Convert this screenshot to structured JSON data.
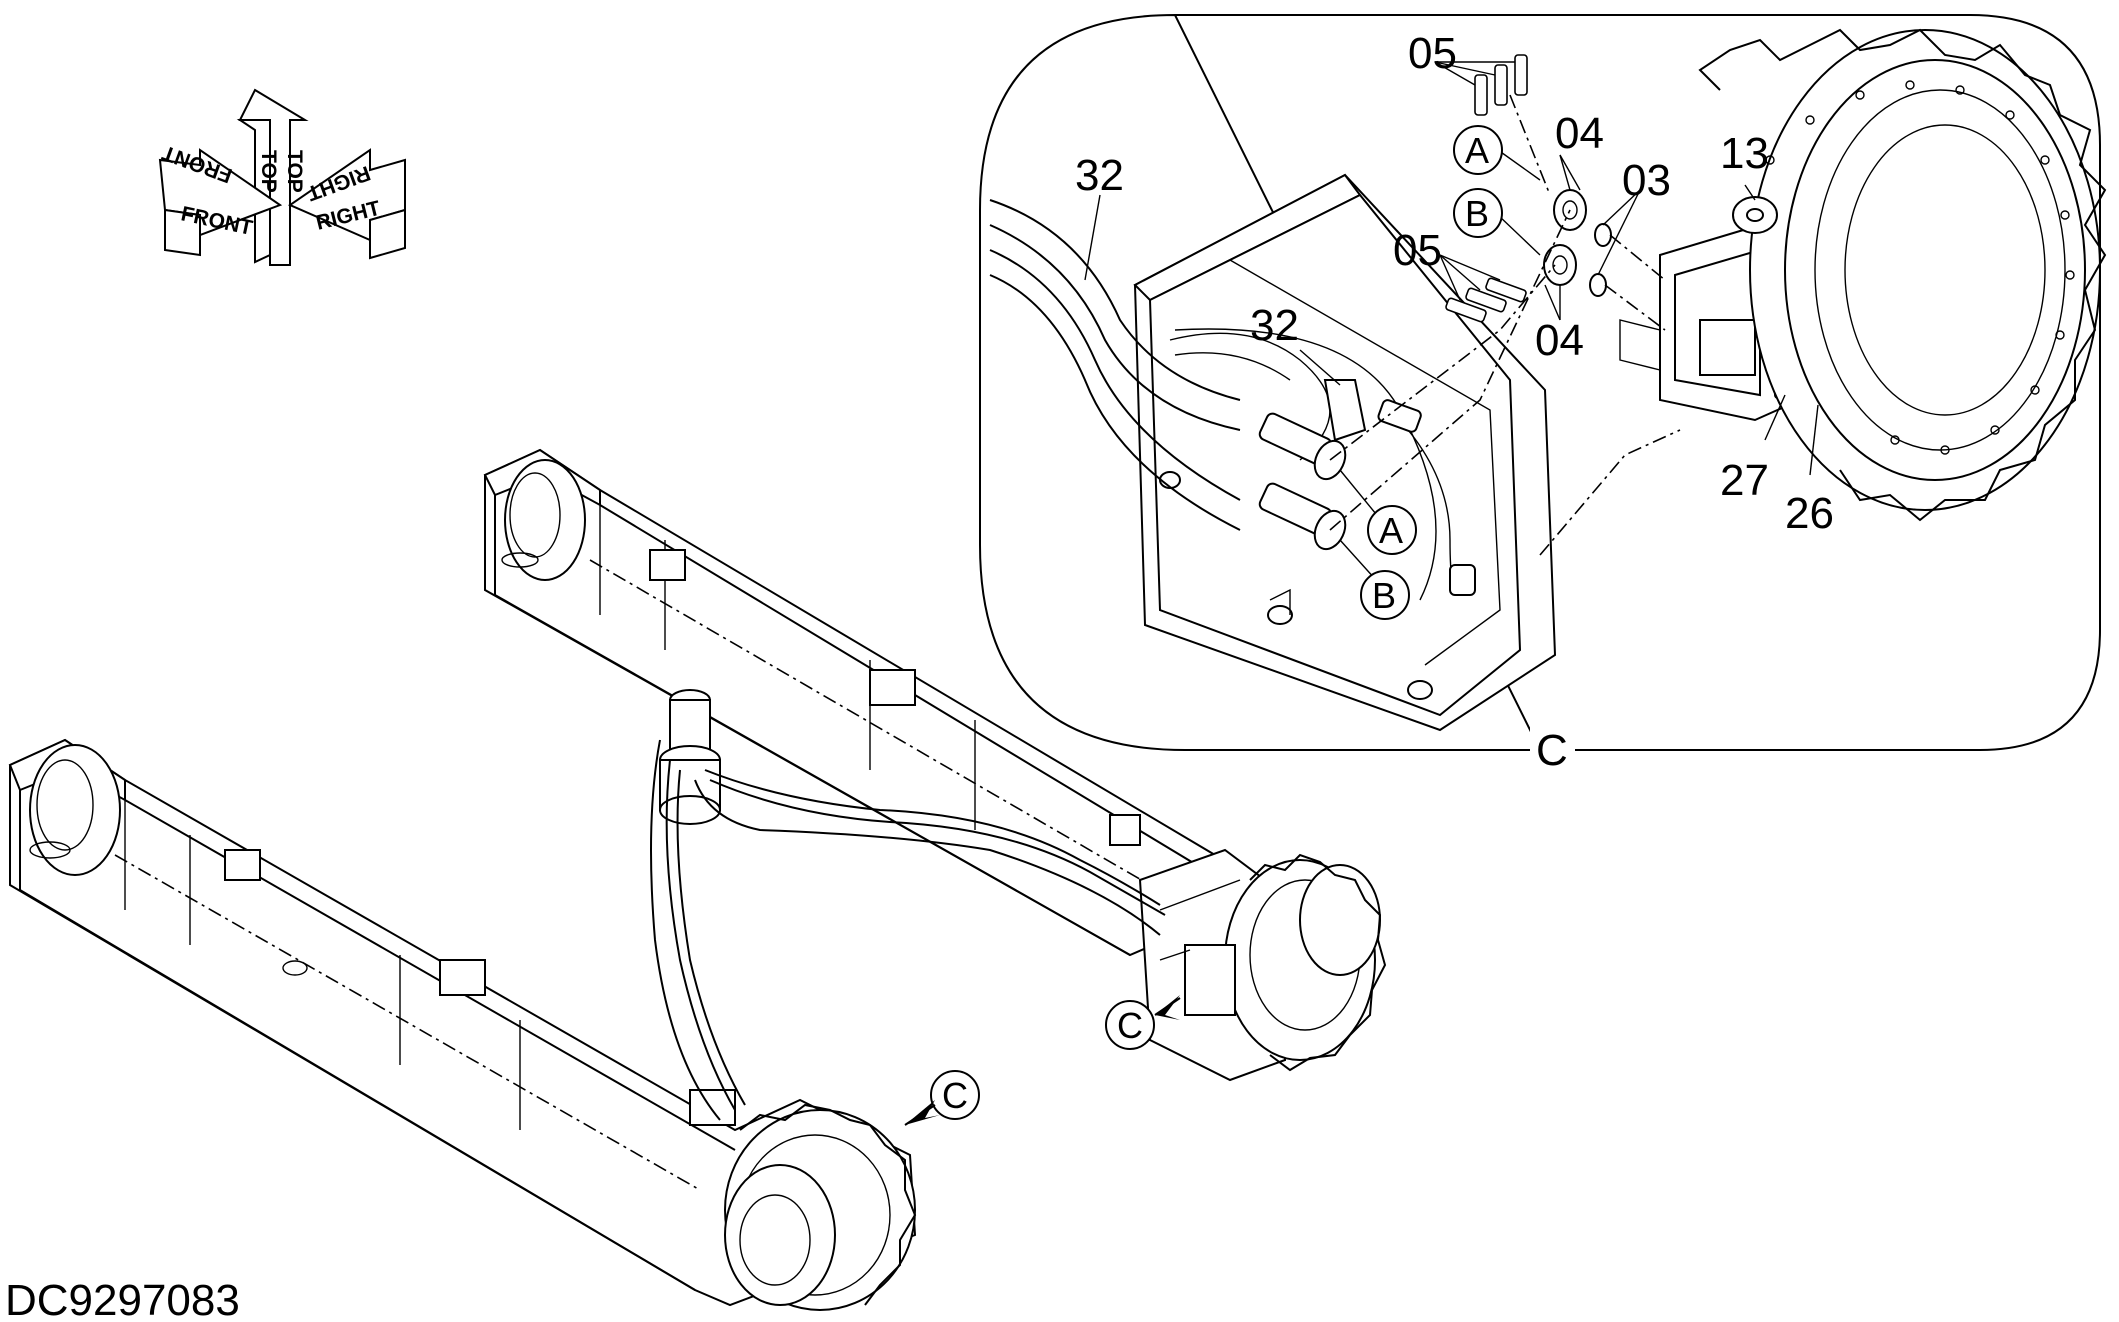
{
  "drawing_id": "DC9297083",
  "orientation": {
    "front": "FRONT",
    "top": "TOP",
    "right": "RIGHT"
  },
  "detail": {
    "title": "C"
  },
  "circle_labels": {
    "a": "A",
    "b": "B",
    "c": "C"
  },
  "part_numbers": {
    "p03": "03",
    "p04": "04",
    "p05": "05",
    "p13": "13",
    "p26": "26",
    "p27": "27",
    "p32": "32"
  }
}
